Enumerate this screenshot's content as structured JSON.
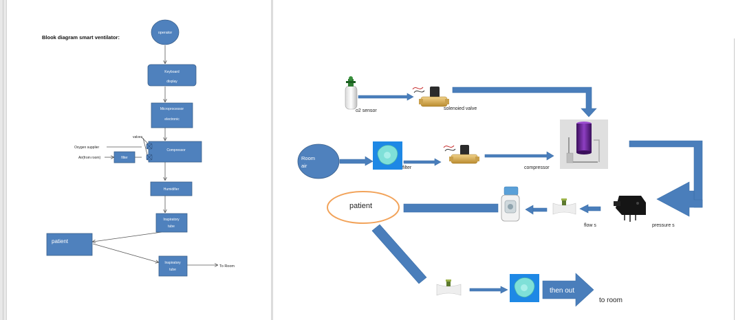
{
  "left_diagram": {
    "title": "Blook diagram smart ventilator:",
    "nodes": {
      "operator": "operator",
      "keyboard_line1": "Keyboard",
      "keyboard_line2": "display",
      "micro_line1": "Microprocessor",
      "micro_line2": "electronic",
      "compressor": "Compressor",
      "filter": "filter",
      "humidifier": "Humidifier",
      "insp1_line1": "Inspiratory",
      "insp1_line2": "tube",
      "insp2_line1": "Inspiratory",
      "insp2_line2": "tube",
      "patient": "patient"
    },
    "labels": {
      "valves": "valves",
      "oxygen_supplier": "Oxygen supplier",
      "air_from_room": "Air(from room)",
      "to_room": "To Room"
    },
    "colors": {
      "box_fill": "#4f81bd",
      "box_stroke": "#3a5f8a",
      "box_text": "#ffffff",
      "line": "#555555"
    }
  },
  "right_diagram": {
    "labels": {
      "o2_sensor": "o2 sensor",
      "solenoid_valve": "solenoied valve",
      "room_air_line1": "Room",
      "room_air_line2": "air",
      "filter": "filter",
      "compressor": "compressor",
      "patient": "patient",
      "flow_s": "flow s",
      "pressure_s": "pressure s",
      "then_out": "then out",
      "to_room": "to room"
    },
    "icons": [
      "oxygen-cylinder-icon",
      "solenoid-valve-icon",
      "filter-icon",
      "compressor-icon",
      "humidifier-icon",
      "flow-sensor-icon",
      "pressure-sensor-icon"
    ],
    "colors": {
      "arrow": "#4a7ebb",
      "arrow_dark": "#3a6ea8",
      "ellipse_stroke": "#f2a35a",
      "room_air_fill": "#4f81bd",
      "filter_fill": "#1e88e5"
    }
  }
}
